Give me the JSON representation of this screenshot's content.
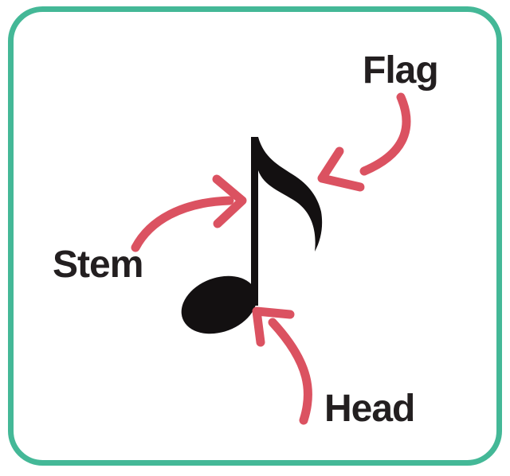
{
  "figure": {
    "type": "labeled-diagram",
    "subject": "eighth-note-anatomy",
    "labels": {
      "flag": "Flag",
      "stem": "Stem",
      "head": "Head"
    }
  },
  "colors": {
    "border": "#44B897",
    "arrow": "#DB5261",
    "note": "#131011",
    "text": "#231F20",
    "background": "#FFFFFF"
  }
}
